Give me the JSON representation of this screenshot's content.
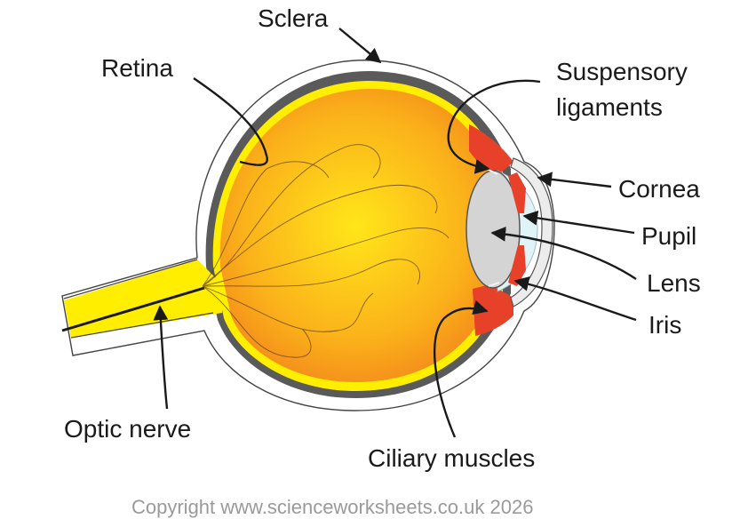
{
  "diagram": {
    "labels": {
      "sclera": "Sclera",
      "retina": "Retina",
      "suspensory_line1": "Suspensory",
      "suspensory_line2": "ligaments",
      "cornea": "Cornea",
      "pupil": "Pupil",
      "lens": "Lens",
      "iris": "Iris",
      "optic_nerve": "Optic nerve",
      "ciliary_muscles": "Ciliary muscles"
    },
    "copyright": "Copyright www.scienceworksheets.co.uk 2026"
  },
  "colors": {
    "eyeball_center": "#ffe619",
    "eyeball_edge": "#f07a1a",
    "retina_yellow": "#ffee00",
    "choroid_grey": "#5a5a5a",
    "muscle_red": "#e8412a",
    "lens_grey": "#d4d4d4",
    "cornea_grey": "#ececec",
    "aqueous_blue": "#dff4f7"
  }
}
